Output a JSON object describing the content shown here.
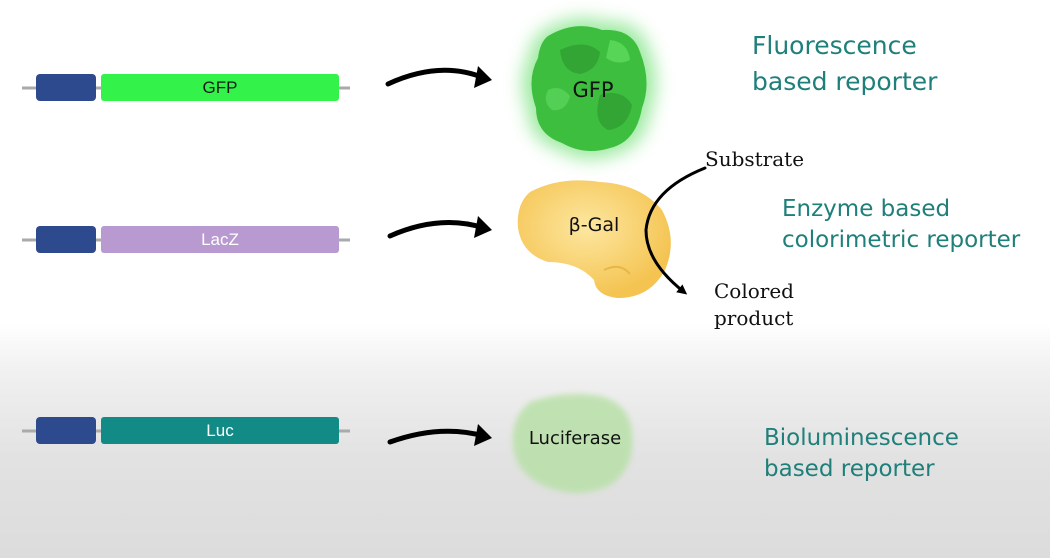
{
  "rows": [
    {
      "gene_label": "GFP",
      "gene_color": "#33f24a",
      "promoter_color": "#2e4a8f",
      "protein_label": "GFP",
      "reporter_line1": "Fluorescence",
      "reporter_line2": "based reporter"
    },
    {
      "gene_label": "LacZ",
      "gene_color": "#b99ad0",
      "promoter_color": "#2e4a8f",
      "protein_label": "β-Gal",
      "reporter_line1": "Enzyme based",
      "reporter_line2": "colorimetric reporter"
    },
    {
      "gene_label": "Luc",
      "gene_color": "#128a86",
      "promoter_color": "#2e4a8f",
      "protein_label": "Luciferase",
      "reporter_line1": "Bioluminescence",
      "reporter_line2": "based reporter"
    }
  ],
  "reaction": {
    "substrate_label": "Substrate",
    "product_line1": "Colored",
    "product_line2": "product"
  },
  "colors": {
    "reporter_text": "#1f7f7a",
    "gfp_glow": "#3fd14a",
    "betagal_fill": "#f7cf63",
    "luciferase_fill": "#b6e0a4"
  }
}
